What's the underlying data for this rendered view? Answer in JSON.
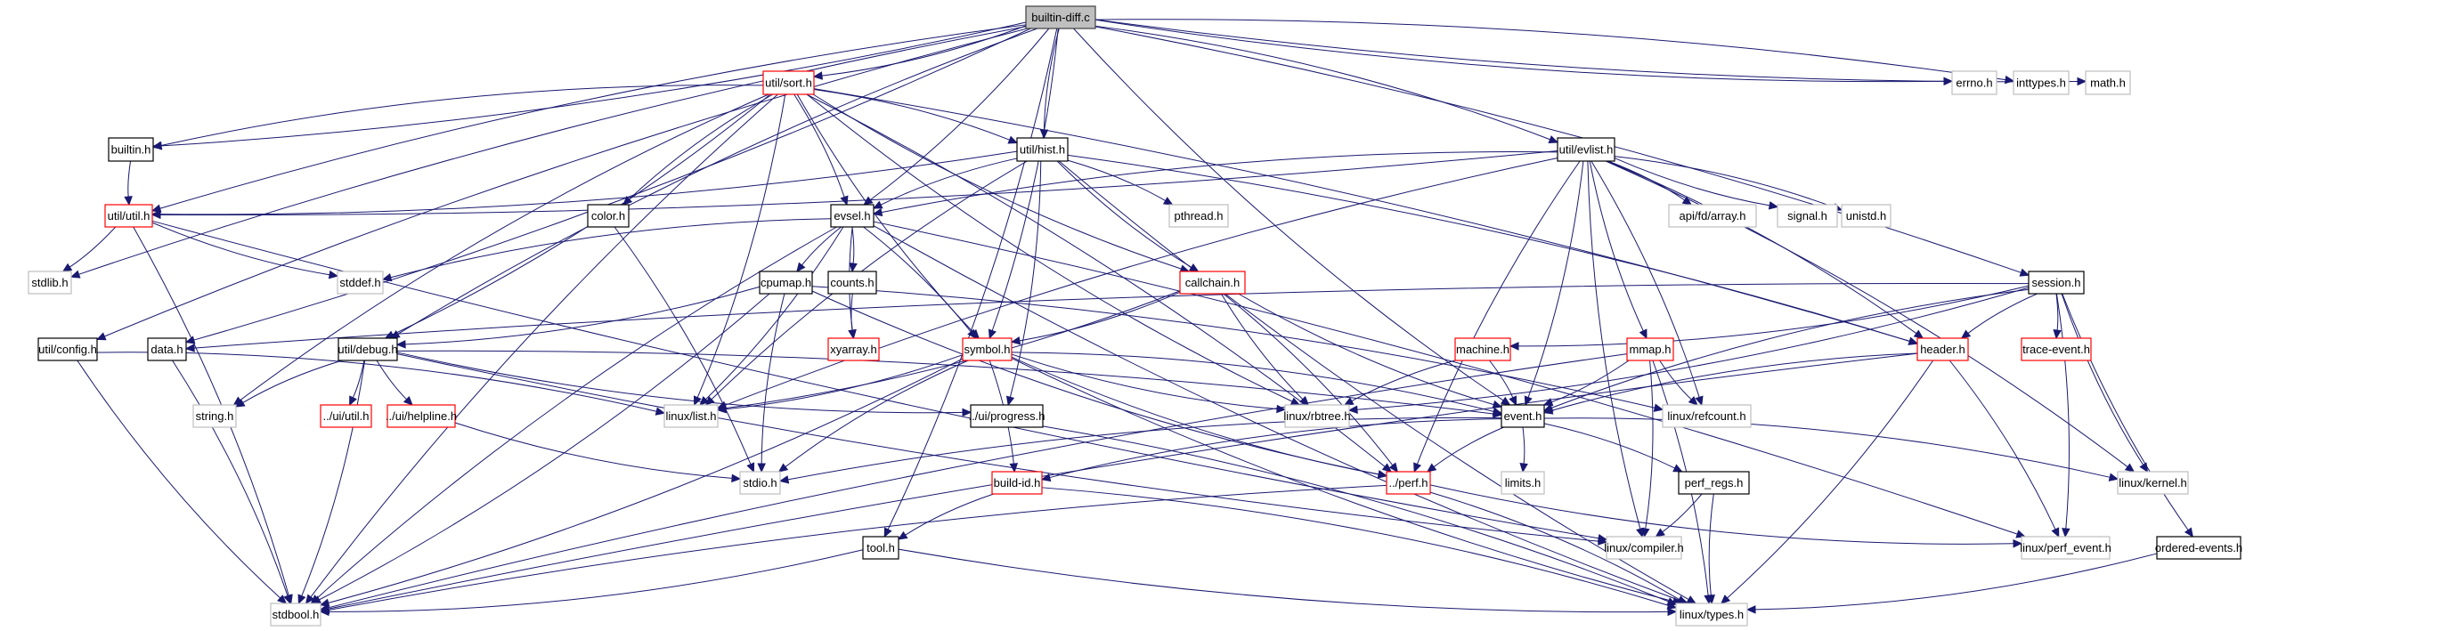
{
  "title": "builtin-diff.c include dependency graph",
  "colors": {
    "edge": "#191970",
    "root_fill": "#bfbfbf",
    "root_border": "#404040",
    "documented_border": "#000000",
    "incomplete_border": "#ff0000",
    "external_border": "#bfbfbf",
    "node_fill": "#ffffff"
  },
  "nodes": [
    {
      "id": "builtin-diff.c",
      "label": "builtin-diff.c",
      "kind": "root"
    },
    {
      "id": "util/sort.h",
      "label": "util/sort.h",
      "kind": "incomplete"
    },
    {
      "id": "util/hist.h",
      "label": "util/hist.h",
      "kind": "documented"
    },
    {
      "id": "util/evlist.h",
      "label": "util/evlist.h",
      "kind": "documented"
    },
    {
      "id": "errno.h",
      "label": "errno.h",
      "kind": "external"
    },
    {
      "id": "inttypes.h",
      "label": "inttypes.h",
      "kind": "external"
    },
    {
      "id": "math.h",
      "label": "math.h",
      "kind": "external"
    },
    {
      "id": "builtin.h",
      "label": "builtin.h",
      "kind": "documented"
    },
    {
      "id": "util/util.h",
      "label": "util/util.h",
      "kind": "incomplete"
    },
    {
      "id": "color.h",
      "label": "color.h",
      "kind": "documented"
    },
    {
      "id": "evsel.h",
      "label": "evsel.h",
      "kind": "documented"
    },
    {
      "id": "pthread.h",
      "label": "pthread.h",
      "kind": "external"
    },
    {
      "id": "api/fd/array.h",
      "label": "api/fd/array.h",
      "kind": "external"
    },
    {
      "id": "signal.h",
      "label": "signal.h",
      "kind": "external"
    },
    {
      "id": "unistd.h",
      "label": "unistd.h",
      "kind": "external"
    },
    {
      "id": "stdlib.h",
      "label": "stdlib.h",
      "kind": "external"
    },
    {
      "id": "stddef.h",
      "label": "stddef.h",
      "kind": "external"
    },
    {
      "id": "cpumap.h",
      "label": "cpumap.h",
      "kind": "documented"
    },
    {
      "id": "counts.h",
      "label": "counts.h",
      "kind": "documented"
    },
    {
      "id": "callchain.h",
      "label": "callchain.h",
      "kind": "incomplete"
    },
    {
      "id": "session.h",
      "label": "session.h",
      "kind": "documented"
    },
    {
      "id": "util/config.h",
      "label": "util/config.h",
      "kind": "documented"
    },
    {
      "id": "data.h",
      "label": "data.h",
      "kind": "documented"
    },
    {
      "id": "util/debug.h",
      "label": "util/debug.h",
      "kind": "documented"
    },
    {
      "id": "xyarray.h",
      "label": "xyarray.h",
      "kind": "incomplete"
    },
    {
      "id": "symbol.h",
      "label": "symbol.h",
      "kind": "incomplete"
    },
    {
      "id": "machine.h",
      "label": "machine.h",
      "kind": "incomplete"
    },
    {
      "id": "mmap.h",
      "label": "mmap.h",
      "kind": "incomplete"
    },
    {
      "id": "header.h",
      "label": "header.h",
      "kind": "incomplete"
    },
    {
      "id": "trace-event.h",
      "label": "trace-event.h",
      "kind": "incomplete"
    },
    {
      "id": "string.h",
      "label": "string.h",
      "kind": "external"
    },
    {
      "id": "../ui/util.h",
      "label": "../ui/util.h",
      "kind": "incomplete"
    },
    {
      "id": "../ui/helpline.h",
      "label": "../ui/helpline.h",
      "kind": "incomplete"
    },
    {
      "id": "linux/list.h",
      "label": "linux/list.h",
      "kind": "external"
    },
    {
      "id": "../ui/progress.h",
      "label": "../ui/progress.h",
      "kind": "documented"
    },
    {
      "id": "linux/rbtree.h",
      "label": "linux/rbtree.h",
      "kind": "external"
    },
    {
      "id": "event.h",
      "label": "event.h",
      "kind": "documented"
    },
    {
      "id": "linux/refcount.h",
      "label": "linux/refcount.h",
      "kind": "external"
    },
    {
      "id": "stdio.h",
      "label": "stdio.h",
      "kind": "external"
    },
    {
      "id": "build-id.h",
      "label": "build-id.h",
      "kind": "incomplete"
    },
    {
      "id": "../perf.h",
      "label": "../perf.h",
      "kind": "incomplete"
    },
    {
      "id": "limits.h",
      "label": "limits.h",
      "kind": "external"
    },
    {
      "id": "perf_regs.h",
      "label": "perf_regs.h",
      "kind": "documented"
    },
    {
      "id": "linux/kernel.h",
      "label": "linux/kernel.h",
      "kind": "external"
    },
    {
      "id": "tool.h",
      "label": "tool.h",
      "kind": "documented"
    },
    {
      "id": "linux/compiler.h",
      "label": "linux/compiler.h",
      "kind": "external"
    },
    {
      "id": "linux/perf_event.h",
      "label": "linux/perf_event.h",
      "kind": "external"
    },
    {
      "id": "ordered-events.h",
      "label": "ordered-events.h",
      "kind": "documented"
    },
    {
      "id": "stdbool.h",
      "label": "stdbool.h",
      "kind": "external"
    },
    {
      "id": "linux/types.h",
      "label": "linux/types.h",
      "kind": "external"
    }
  ],
  "edges": [
    [
      "builtin-diff.c",
      "util/sort.h"
    ],
    [
      "builtin-diff.c",
      "util/hist.h"
    ],
    [
      "builtin-diff.c",
      "util/evlist.h"
    ],
    [
      "builtin-diff.c",
      "errno.h"
    ],
    [
      "builtin-diff.c",
      "inttypes.h"
    ],
    [
      "builtin-diff.c",
      "math.h"
    ],
    [
      "builtin-diff.c",
      "builtin.h"
    ],
    [
      "builtin-diff.c",
      "util/util.h"
    ],
    [
      "builtin-diff.c",
      "evsel.h"
    ],
    [
      "builtin-diff.c",
      "stdlib.h"
    ],
    [
      "builtin-diff.c",
      "session.h"
    ],
    [
      "builtin-diff.c",
      "util/config.h"
    ],
    [
      "builtin-diff.c",
      "data.h"
    ],
    [
      "builtin-diff.c",
      "util/debug.h"
    ],
    [
      "builtin-diff.c",
      "symbol.h"
    ],
    [
      "builtin-diff.c",
      "event.h"
    ],
    [
      "builtin-diff.c",
      "tool.h"
    ],
    [
      "util/sort.h",
      "builtin.h"
    ],
    [
      "util/sort.h",
      "util/hist.h"
    ],
    [
      "util/sort.h",
      "color.h"
    ],
    [
      "util/sort.h",
      "evsel.h"
    ],
    [
      "util/sort.h",
      "callchain.h"
    ],
    [
      "util/sort.h",
      "util/debug.h"
    ],
    [
      "util/sort.h",
      "symbol.h"
    ],
    [
      "util/sort.h",
      "header.h"
    ],
    [
      "util/sort.h",
      "string.h"
    ],
    [
      "util/sort.h",
      "linux/list.h"
    ],
    [
      "util/sort.h",
      "linux/rbtree.h"
    ],
    [
      "util/sort.h",
      "../perf.h"
    ],
    [
      "util/sort.h",
      "stdbool.h"
    ],
    [
      "util/hist.h",
      "util/util.h"
    ],
    [
      "util/hist.h",
      "evsel.h"
    ],
    [
      "util/hist.h",
      "pthread.h"
    ],
    [
      "util/hist.h",
      "callchain.h"
    ],
    [
      "util/hist.h",
      "header.h"
    ],
    [
      "util/hist.h",
      "linux/list.h"
    ],
    [
      "util/hist.h",
      "../ui/progress.h"
    ],
    [
      "util/hist.h",
      "linux/types.h"
    ],
    [
      "util/evlist.h",
      "util/util.h"
    ],
    [
      "util/evlist.h",
      "evsel.h"
    ],
    [
      "util/evlist.h",
      "api/fd/array.h"
    ],
    [
      "util/evlist.h",
      "signal.h"
    ],
    [
      "util/evlist.h",
      "unistd.h"
    ],
    [
      "util/evlist.h",
      "mmap.h"
    ],
    [
      "util/evlist.h",
      "event.h"
    ],
    [
      "util/evlist.h",
      "linux/list.h"
    ],
    [
      "util/evlist.h",
      "linux/refcount.h"
    ],
    [
      "util/evlist.h",
      "../perf.h"
    ],
    [
      "util/evlist.h",
      "linux/kernel.h"
    ],
    [
      "util/evlist.h",
      "linux/compiler.h"
    ],
    [
      "util/evlist.h",
      "header.h"
    ],
    [
      "builtin.h",
      "util/util.h"
    ],
    [
      "util/util.h",
      "stdlib.h"
    ],
    [
      "util/util.h",
      "stddef.h"
    ],
    [
      "util/util.h",
      "stdbool.h"
    ],
    [
      "util/util.h",
      "linux/compiler.h"
    ],
    [
      "color.h",
      "stdio.h"
    ],
    [
      "evsel.h",
      "cpumap.h"
    ],
    [
      "evsel.h",
      "counts.h"
    ],
    [
      "evsel.h",
      "xyarray.h"
    ],
    [
      "evsel.h",
      "symbol.h"
    ],
    [
      "evsel.h",
      "stddef.h"
    ],
    [
      "evsel.h",
      "linux/list.h"
    ],
    [
      "evsel.h",
      "stdbool.h"
    ],
    [
      "evsel.h",
      "linux/perf_event.h"
    ],
    [
      "evsel.h",
      "linux/types.h"
    ],
    [
      "cpumap.h",
      "util/debug.h"
    ],
    [
      "cpumap.h",
      "stdio.h"
    ],
    [
      "cpumap.h",
      "linux/refcount.h"
    ],
    [
      "cpumap.h",
      "../perf.h"
    ],
    [
      "cpumap.h",
      "stdbool.h"
    ],
    [
      "counts.h",
      "xyarray.h"
    ],
    [
      "callchain.h",
      "symbol.h"
    ],
    [
      "callchain.h",
      "event.h"
    ],
    [
      "callchain.h",
      "linux/list.h"
    ],
    [
      "callchain.h",
      "linux/rbtree.h"
    ],
    [
      "callchain.h",
      "../perf.h"
    ],
    [
      "session.h",
      "data.h"
    ],
    [
      "session.h",
      "machine.h"
    ],
    [
      "session.h",
      "header.h"
    ],
    [
      "session.h",
      "trace-event.h"
    ],
    [
      "session.h",
      "event.h"
    ],
    [
      "session.h",
      "linux/rbtree.h"
    ],
    [
      "session.h",
      "linux/kernel.h"
    ],
    [
      "session.h",
      "linux/perf_event.h"
    ],
    [
      "session.h",
      "ordered-events.h"
    ],
    [
      "util/config.h",
      "linux/list.h"
    ],
    [
      "util/config.h",
      "stdbool.h"
    ],
    [
      "data.h",
      "stdbool.h"
    ],
    [
      "util/debug.h",
      "string.h"
    ],
    [
      "util/debug.h",
      "../ui/util.h"
    ],
    [
      "util/debug.h",
      "../ui/helpline.h"
    ],
    [
      "util/debug.h",
      "stdbool.h"
    ],
    [
      "util/debug.h",
      "../ui/progress.h"
    ],
    [
      "util/debug.h",
      "event.h"
    ],
    [
      "util/debug.h",
      "linux/compiler.h"
    ],
    [
      "symbol.h",
      "linux/list.h"
    ],
    [
      "symbol.h",
      "stdio.h"
    ],
    [
      "symbol.h",
      "build-id.h"
    ],
    [
      "symbol.h",
      "linux/rbtree.h"
    ],
    [
      "symbol.h",
      "event.h"
    ],
    [
      "symbol.h",
      "../perf.h"
    ],
    [
      "symbol.h",
      "stdbool.h"
    ],
    [
      "symbol.h",
      "linux/types.h"
    ],
    [
      "machine.h",
      "event.h"
    ],
    [
      "machine.h",
      "linux/rbtree.h"
    ],
    [
      "mmap.h",
      "event.h"
    ],
    [
      "mmap.h",
      "linux/refcount.h"
    ],
    [
      "mmap.h",
      "linux/compiler.h"
    ],
    [
      "mmap.h",
      "stdbool.h"
    ],
    [
      "mmap.h",
      "linux/types.h"
    ],
    [
      "header.h",
      "event.h"
    ],
    [
      "header.h",
      "linux/perf_event.h"
    ],
    [
      "header.h",
      "stdbool.h"
    ],
    [
      "header.h",
      "linux/types.h"
    ],
    [
      "../ui/helpline.h",
      "stdio.h"
    ],
    [
      "../ui/progress.h",
      "linux/types.h"
    ],
    [
      "event.h",
      "../perf.h"
    ],
    [
      "event.h",
      "limits.h"
    ],
    [
      "event.h",
      "stdio.h"
    ],
    [
      "event.h",
      "perf_regs.h"
    ],
    [
      "event.h",
      "build-id.h"
    ],
    [
      "event.h",
      "linux/kernel.h"
    ],
    [
      "build-id.h",
      "tool.h"
    ],
    [
      "build-id.h",
      "linux/types.h"
    ],
    [
      "../perf.h",
      "stdbool.h"
    ],
    [
      "../perf.h",
      "linux/types.h"
    ],
    [
      "../perf.h",
      "linux/perf_event.h"
    ],
    [
      "perf_regs.h",
      "linux/compiler.h"
    ],
    [
      "perf_regs.h",
      "linux/types.h"
    ],
    [
      "tool.h",
      "stdbool.h"
    ],
    [
      "tool.h",
      "linux/types.h"
    ],
    [
      "ordered-events.h",
      "linux/types.h"
    ]
  ]
}
